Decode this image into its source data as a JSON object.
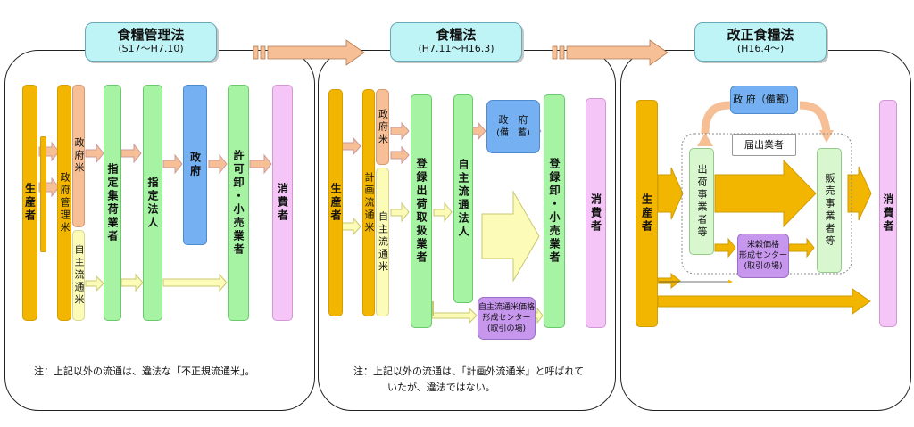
{
  "colors": {
    "producer": "#f2b500",
    "voluntary": "#fcfcb8",
    "government_rice": "#f6bf96",
    "dealer": "#a6f3a4",
    "government": "#75b1f2",
    "consumer": "#f6c5f8",
    "title_bg": "#bff4f6",
    "price_center": "#c797ee"
  },
  "panels": [
    {
      "title": "食糧管理法",
      "period": "(S17～H7.10)",
      "producer": "生産者",
      "gov_controlled_rice": "政府管理米",
      "gov_rice": "政府米",
      "voluntary_rice": "自主流通米",
      "designated_collector": "指定集荷業者",
      "designated_corp": "指定法人",
      "government": "政府",
      "licensed_retailer": "許可卸・小売業者",
      "consumer": "消費者",
      "note": "注：上記以外の流通は、違法な「不正規流通米」。"
    },
    {
      "title": "食糧法",
      "period": "(H7.11～H16.3)",
      "producer": "生産者",
      "planned_rice": "計画流通米",
      "gov_rice": "政府米",
      "voluntary_rice": "自主流通米",
      "registered_shipper": "登録出荷取扱業者",
      "voluntary_corp": "自主流通法人",
      "government": "政　府",
      "stockpile": "(備　蓄)",
      "registered_retailer": "登録卸・小売業者",
      "price_center_l1": "自主流通米価格",
      "price_center_l2": "形成センター",
      "price_center_l3": "(取引の場)",
      "consumer": "消費者",
      "note_l1": "注：上記以外の流通は、「計画外流通米」と呼ばれて",
      "note_l2": "いたが、違法ではない。"
    },
    {
      "title": "改正食糧法",
      "period": "(H16.4～)",
      "producer": "生産者",
      "government_stockpile": "政 府（備蓄）",
      "notified_dealer": "届出業者",
      "shipping_business": "出荷事業者等",
      "price_center_l1": "米穀価格",
      "price_center_l2": "形成センター",
      "price_center_l3": "(取引の場)",
      "sales_business": "販売事業者等",
      "consumer": "消費者"
    }
  ]
}
